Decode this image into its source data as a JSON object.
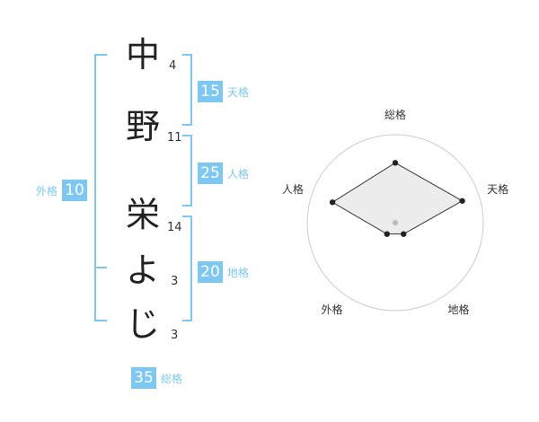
{
  "name_chars": [
    {
      "char": "中",
      "strokes": "4"
    },
    {
      "char": "野",
      "strokes": "11"
    },
    {
      "char": "栄",
      "strokes": "14"
    },
    {
      "char": "よ",
      "strokes": "3"
    },
    {
      "char": "じ",
      "strokes": "3"
    }
  ],
  "fortunes": {
    "tenkaku": {
      "value": "15",
      "label": "天格"
    },
    "jinkaku": {
      "value": "25",
      "label": "人格"
    },
    "chikaku": {
      "value": "20",
      "label": "地格"
    },
    "gaikaku": {
      "value": "10",
      "label": "外格"
    },
    "soukaku": {
      "value": "35",
      "label": "総格"
    }
  },
  "colors": {
    "accent": "#7cc8f2",
    "text": "#222222",
    "grid": "#cccccc",
    "fill": "#f0f0f0"
  },
  "chart_data": {
    "type": "radar",
    "axes": [
      "総格",
      "天格",
      "地格",
      "外格",
      "人格"
    ],
    "values": [
      0.68,
      0.8,
      0.16,
      0.16,
      0.75
    ],
    "rings": 4,
    "range": [
      0,
      1
    ]
  }
}
